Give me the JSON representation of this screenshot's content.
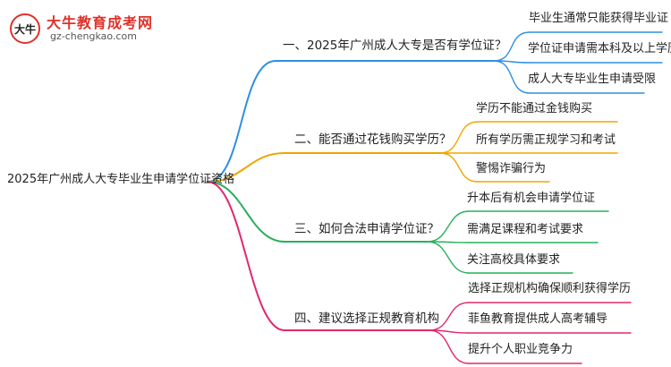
{
  "logo": {
    "title": "大牛教育成考网",
    "url": "gz-chengkao.com",
    "badge_text": "大牛"
  },
  "mindmap": {
    "root": "2025年广州成人大专毕业生申请学位证资格",
    "branches": [
      {
        "label": "一、2025年广州成人大专是否有学位证？",
        "color": "#2f8fe0",
        "leaves": [
          "毕业生通常只能获得毕业证",
          "学位证申请需本科及以上学历",
          "成人大专毕业生申请受限"
        ]
      },
      {
        "label": "二、能否通过花钱购买学历？",
        "color": "#f0a500",
        "leaves": [
          "学历不能通过金钱购买",
          "所有学历需正规学习和考试",
          "警惕诈骗行为"
        ]
      },
      {
        "label": "三、如何合法申请学位证？",
        "color": "#27b05a",
        "leaves": [
          "升本后有机会申请学位证",
          "需满足课程和考试要求",
          "关注高校具体要求"
        ]
      },
      {
        "label": "四、建议选择正规教育机构",
        "color": "#e0286e",
        "leaves": [
          "选择正规机构确保顺利获得学历",
          "菲鱼教育提供成人高考辅导",
          "提升个人职业竞争力"
        ]
      }
    ]
  }
}
